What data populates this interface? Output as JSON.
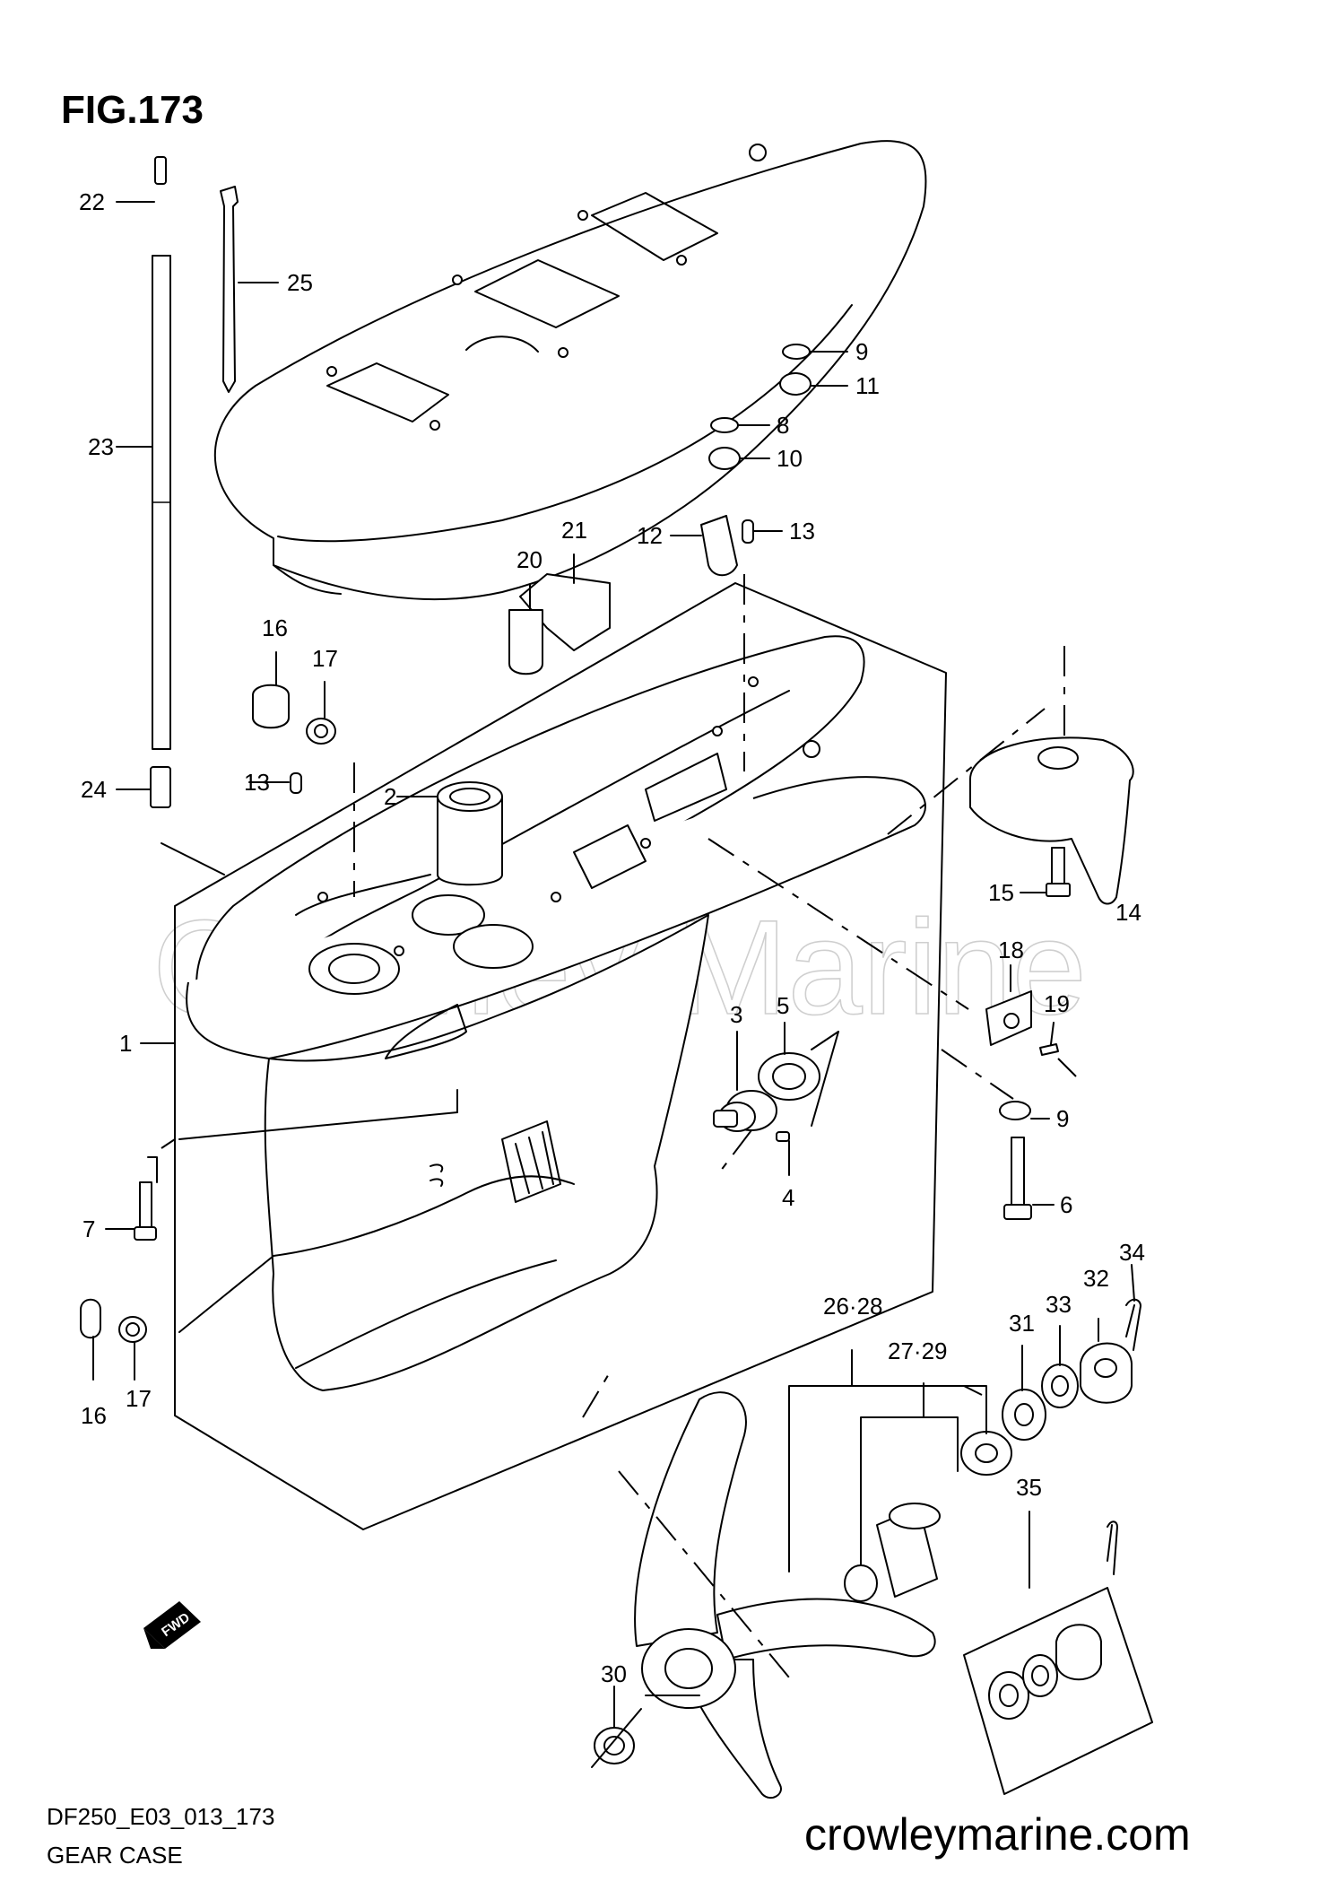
{
  "header": {
    "figure": "FIG.173"
  },
  "watermark": {
    "text": "Crowley Marine"
  },
  "footer": {
    "model_code": "DF250_E03_013_173",
    "section_name": "GEAR CASE",
    "website": "crowleymarine.com"
  },
  "fwd_badge": {
    "text": "FWD"
  },
  "callouts": [
    {
      "ref": "22"
    },
    {
      "ref": "25"
    },
    {
      "ref": "23"
    },
    {
      "ref": "9"
    },
    {
      "ref": "11"
    },
    {
      "ref": "8"
    },
    {
      "ref": "10"
    },
    {
      "ref": "21"
    },
    {
      "ref": "20"
    },
    {
      "ref": "12"
    },
    {
      "ref": "13"
    },
    {
      "ref": "16"
    },
    {
      "ref": "17"
    },
    {
      "ref": "24"
    },
    {
      "ref": "13"
    },
    {
      "ref": "2"
    },
    {
      "ref": "15"
    },
    {
      "ref": "14"
    },
    {
      "ref": "18"
    },
    {
      "ref": "19"
    },
    {
      "ref": "1"
    },
    {
      "ref": "3"
    },
    {
      "ref": "5"
    },
    {
      "ref": "9"
    },
    {
      "ref": "7"
    },
    {
      "ref": "4"
    },
    {
      "ref": "6"
    },
    {
      "ref": "34"
    },
    {
      "ref": "32"
    },
    {
      "ref": "26·28"
    },
    {
      "ref": "33"
    },
    {
      "ref": "31"
    },
    {
      "ref": "27·29"
    },
    {
      "ref": "16"
    },
    {
      "ref": "17"
    },
    {
      "ref": "35"
    },
    {
      "ref": "30"
    }
  ]
}
